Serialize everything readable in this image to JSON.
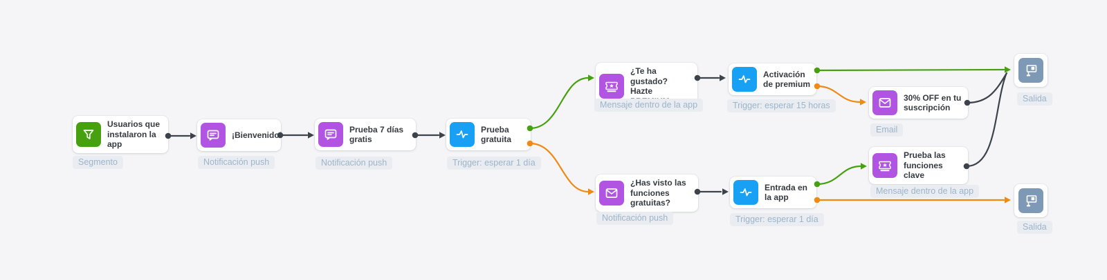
{
  "colors": {
    "green": "#47a00f",
    "orange": "#ef8a15",
    "dark": "#3c434b",
    "purple": "#b254e2",
    "blue": "#17a0f4",
    "slate": "#7d99b5"
  },
  "nodes": [
    {
      "title": "Usuarios que instalaron la app",
      "badge": "Segmento",
      "icon": "filter-icon"
    },
    {
      "title": "¡Bienvenido!",
      "badge": "Notificación push",
      "icon": "push-message-icon"
    },
    {
      "title": "Prueba 7 días gratis",
      "badge": "Notificación push",
      "icon": "push-message-icon"
    },
    {
      "title": "Prueba gratuita",
      "badge": "Trigger: esperar 1 día",
      "icon": "trigger-pulse-icon"
    },
    {
      "title": "¿Te ha gustado? Hazte PREMIUM",
      "badge": "Mensaje dentro de la app",
      "icon": "inapp-ticket-icon"
    },
    {
      "title": "Activación de premium",
      "badge": "Trigger: esperar 15 horas",
      "icon": "trigger-pulse-icon"
    },
    {
      "title": "30% OFF en tu suscripción",
      "badge": "Email",
      "icon": "email-icon"
    },
    {
      "title": "",
      "badge": "Salida",
      "icon": "exit-flag-icon"
    },
    {
      "title": "¿Has visto las funciones gratuitas?",
      "badge": "Notificación push",
      "icon": "email-icon"
    },
    {
      "title": "Entrada en la app",
      "badge": "Trigger: esperar 1 día",
      "icon": "trigger-pulse-icon"
    },
    {
      "title": "Prueba las funciones clave",
      "badge": "Mensaje dentro de la app",
      "icon": "inapp-ticket-icon"
    },
    {
      "title": "",
      "badge": "Salida",
      "icon": "exit-flag-icon"
    }
  ]
}
